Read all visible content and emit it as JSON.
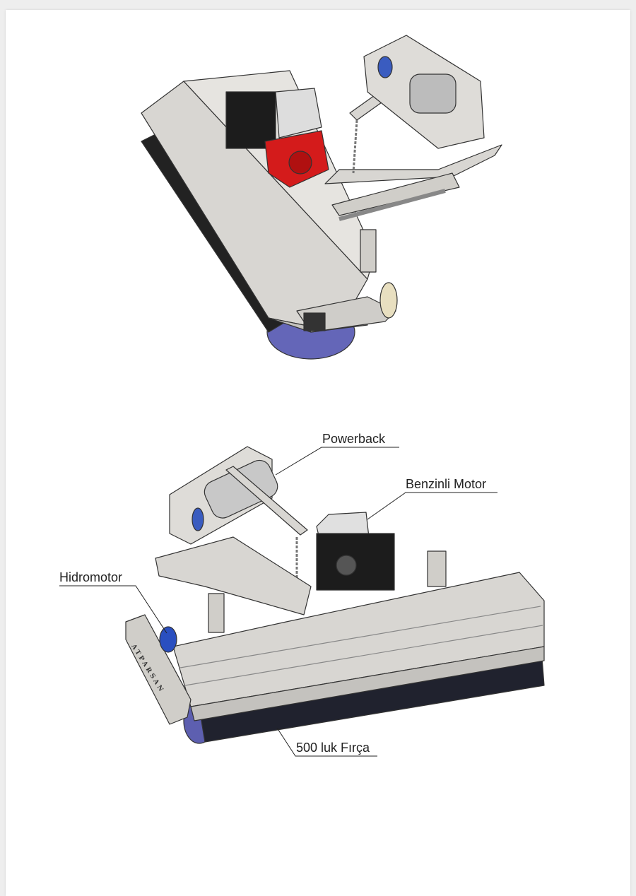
{
  "figure_top": {
    "title": "Sweeper attachment isometric view (top)"
  },
  "figure_bottom": {
    "labels": {
      "powerback": "Powerback",
      "benzinli_motor": "Benzinli Motor",
      "hidromotor": "Hidromotor",
      "firca": "500 luk Fırça"
    },
    "logo_text": "ATPARSAN"
  },
  "colors": {
    "metal": "#d8d6d2",
    "metal_dark": "#a9a7a3",
    "brush": "#5d5fb0",
    "engine_red": "#d41b1b",
    "engine_black": "#1c1c1c",
    "hydro_blue": "#2a4fc0"
  }
}
